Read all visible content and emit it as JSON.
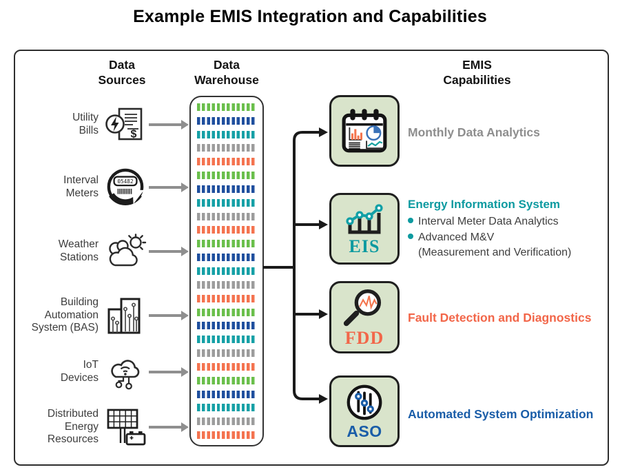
{
  "title": "Example EMIS Integration and Capabilities",
  "headers": {
    "sources": "Data\nSources",
    "warehouse": "Data\nWarehouse",
    "capabilities": "EMIS\nCapabilities"
  },
  "data_sources": [
    {
      "name": "utility-bills",
      "label": "Utility\nBills"
    },
    {
      "name": "interval-meters",
      "label": "Interval\nMeters"
    },
    {
      "name": "weather-stations",
      "label": "Weather\nStations"
    },
    {
      "name": "building-automation-system",
      "label": "Building\nAutomation\nSystem (BAS)"
    },
    {
      "name": "iot-devices",
      "label": "IoT\nDevices"
    },
    {
      "name": "distributed-energy-resources",
      "label": "Distributed\nEnergy\nResources"
    }
  ],
  "warehouse": {
    "row_count": 25,
    "row_cycle": [
      "green",
      "blue",
      "teal",
      "gray",
      "orange"
    ],
    "dash_colors": {
      "green": "#6abf4b",
      "blue": "#1f4f9e",
      "teal": "#15a0a6",
      "gray": "#9c9c9c",
      "orange": "#f4734f"
    }
  },
  "meter_display": "05482",
  "card_style": {
    "background": "#d9e4cb",
    "border": "#1f1f1f"
  },
  "capabilities": [
    {
      "name": "monthly-data-analytics",
      "label": "Monthly Data Analytics",
      "accent": "#8e8e8e"
    },
    {
      "name": "energy-information-system",
      "acronym": "EIS",
      "title": "Energy Information System",
      "bullets": [
        "Interval Meter Data Analytics",
        "Advanced M&V"
      ],
      "note": "(Measurement and Verification)",
      "accent": "#0d9aa0"
    },
    {
      "name": "fault-detection-and-diagnostics",
      "acronym": "FDD",
      "label": "Fault Detection and Diagnostics",
      "accent": "#f26649"
    },
    {
      "name": "automated-system-optimization",
      "acronym": "ASO",
      "label": "Automated System Optimization",
      "accent": "#1a5da8"
    }
  ]
}
